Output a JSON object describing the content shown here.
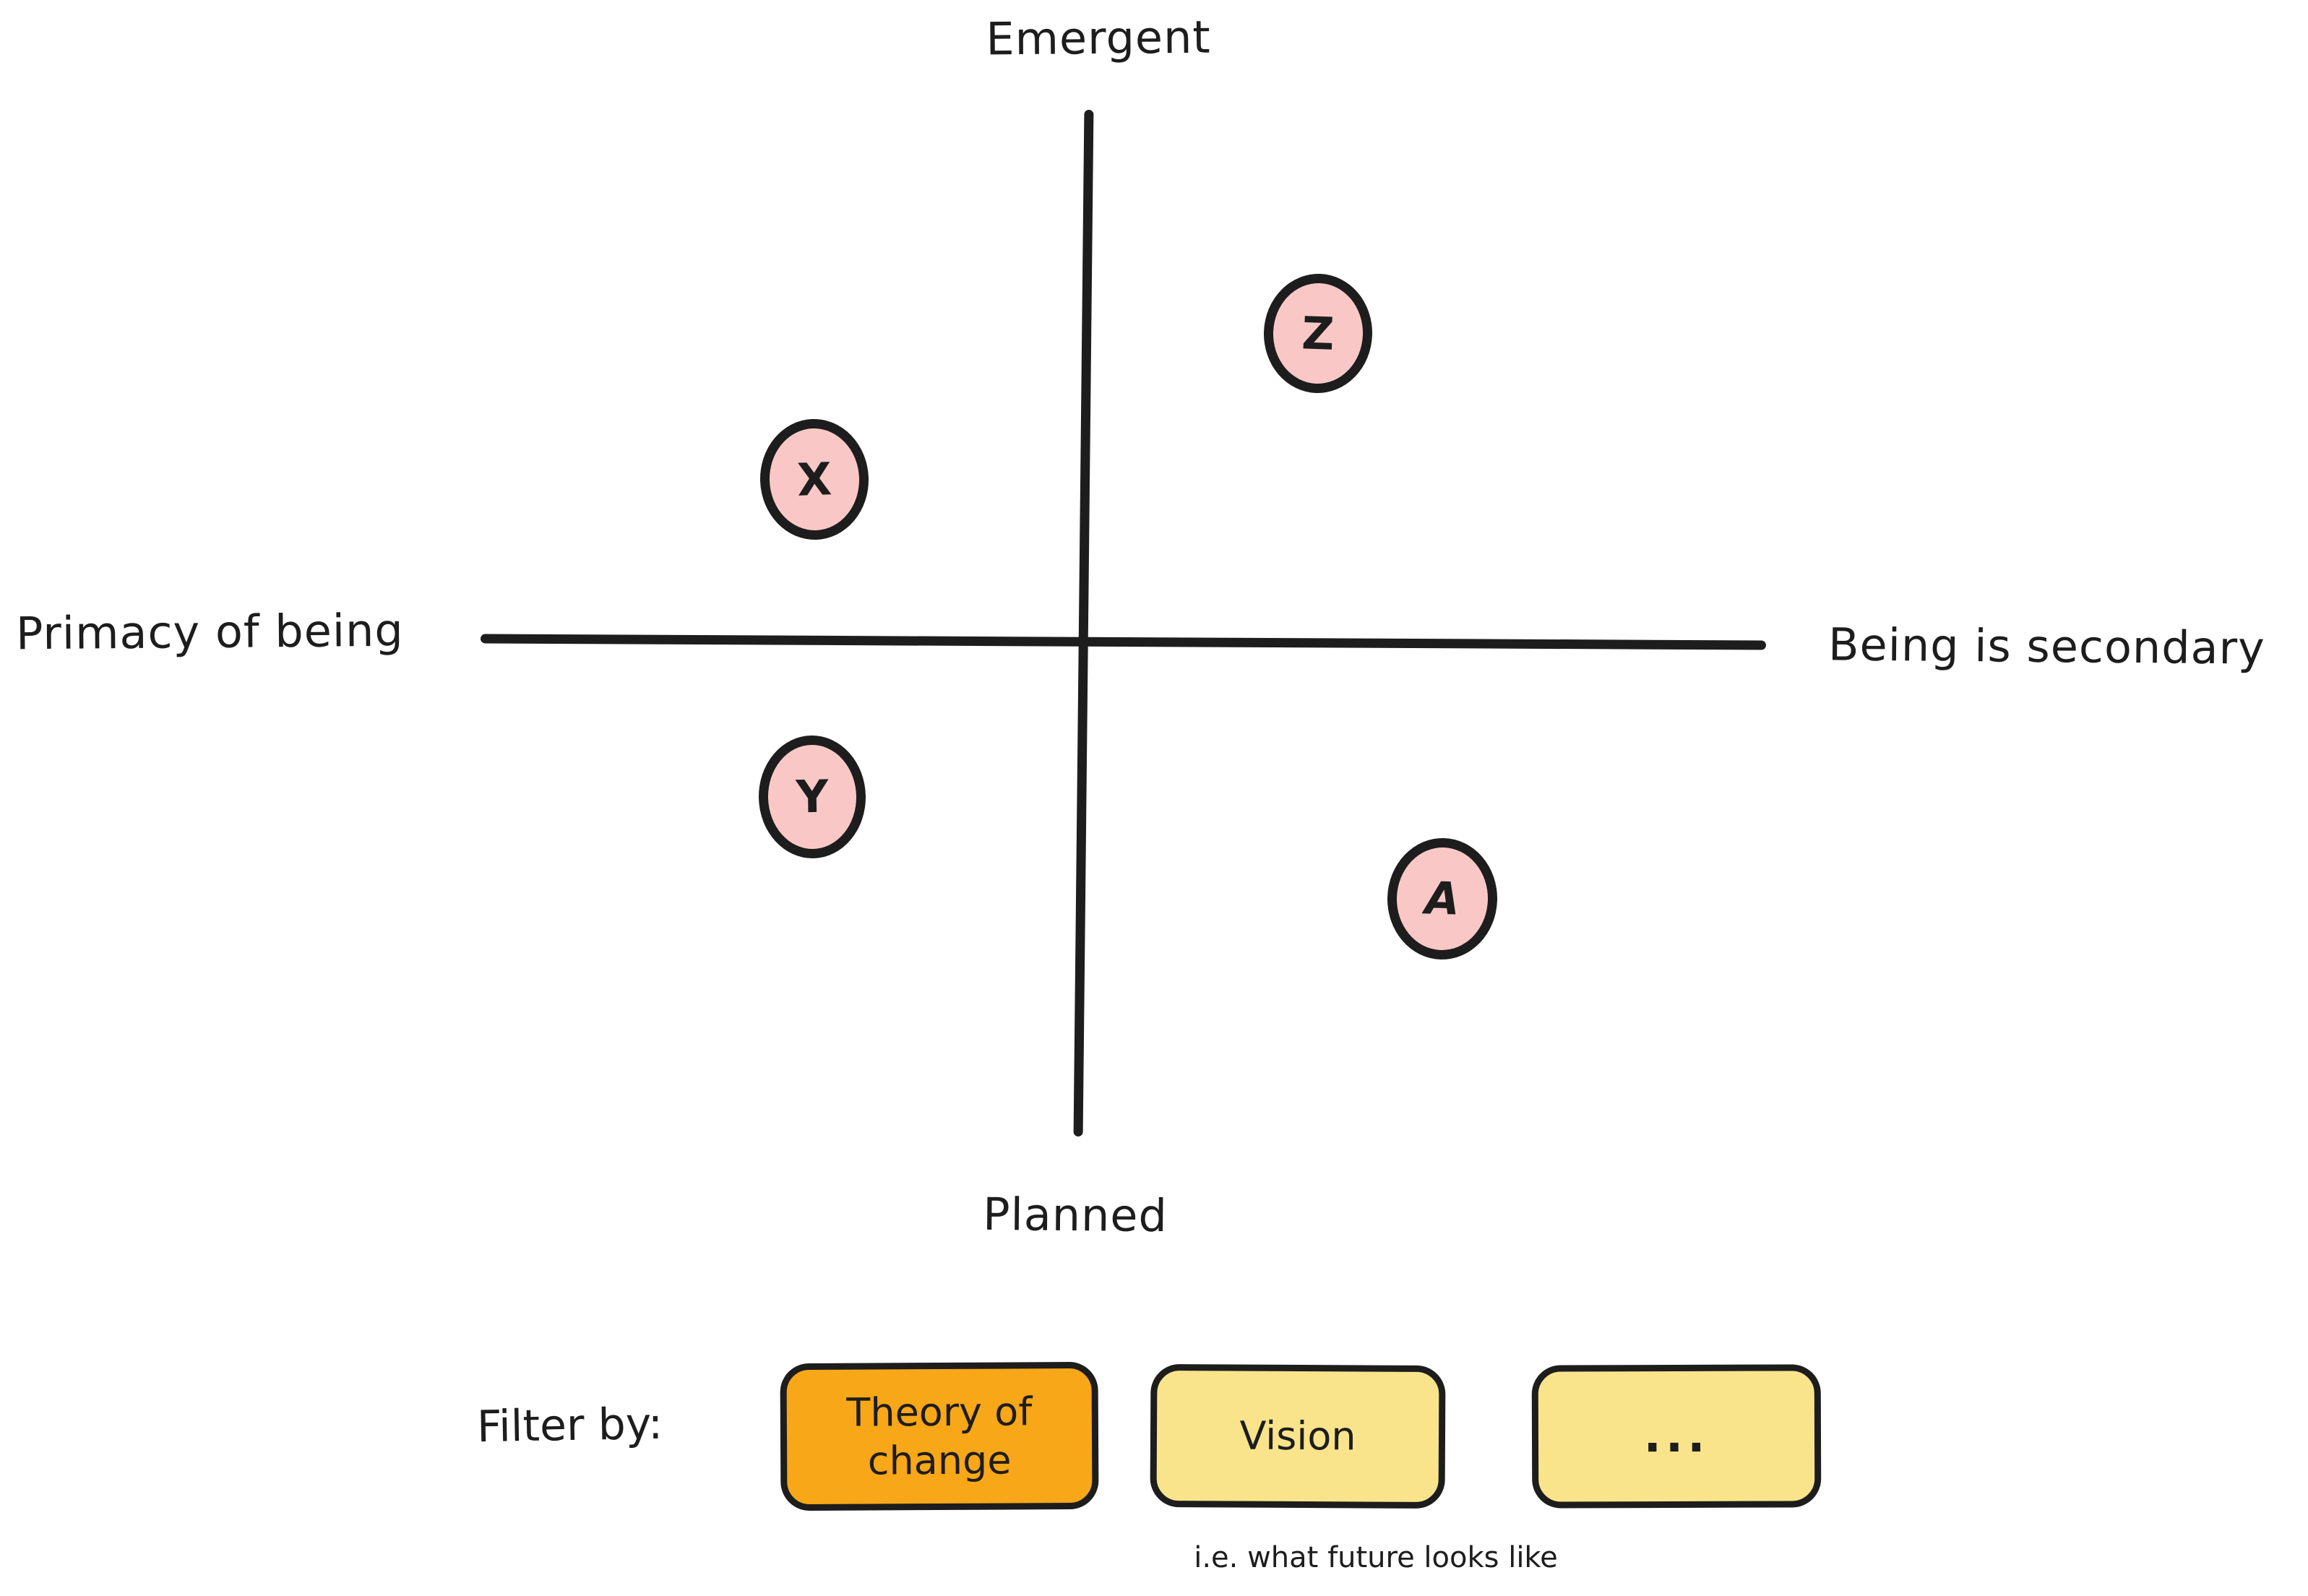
{
  "axes": {
    "top_label": "Emergent",
    "bottom_label": "Planned",
    "left_label": "Primacy of being",
    "right_label": "Being is secondary"
  },
  "nodes": [
    {
      "label": "X",
      "quadrant": "upper-left"
    },
    {
      "label": "Z",
      "quadrant": "upper-right"
    },
    {
      "label": "Y",
      "quadrant": "lower-left"
    },
    {
      "label": "A",
      "quadrant": "lower-right"
    }
  ],
  "filter": {
    "label": "Filter by:",
    "buttons": [
      {
        "label": "Theory of change",
        "active": true
      },
      {
        "label": "Vision",
        "active": false
      },
      {
        "label": "...",
        "active": false
      }
    ],
    "caption": "i.e. what future looks like"
  },
  "colors": {
    "ink": "#1d1d1d",
    "node_fill": "#f9c8c6",
    "active_filter_fill": "#f7a717",
    "filter_fill": "#f9e48c",
    "background": "#ffffff"
  }
}
